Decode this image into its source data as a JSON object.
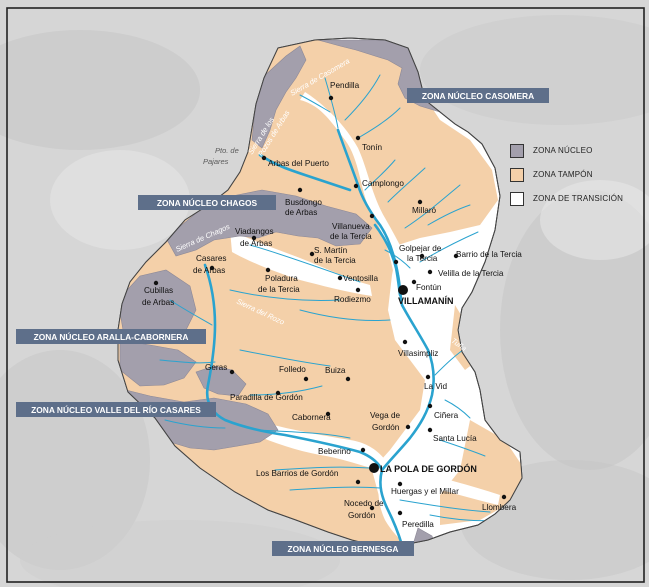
{
  "colors": {
    "core": "#a39fac",
    "buffer": "#f4d0a9",
    "transition": "#ffffff",
    "river": "#2aa3cf",
    "zone_label_bg": "#5e6f8a",
    "background": "#d9d9d9"
  },
  "legend": [
    {
      "key": "core",
      "label": "ZONA NÚCLEO"
    },
    {
      "key": "buffer",
      "label": "ZONA TAMPÓN"
    },
    {
      "key": "transition",
      "label": "ZONA DE TRANSICIÓN"
    }
  ],
  "zone_labels": {
    "casomera": "ZONA NÚCLEO CASOMERA",
    "chagos": "ZONA NÚCLEO CHAGOS",
    "aralla": "ZONA NÚCLEO ARALLA-CABORNERA",
    "valle_casares": "ZONA NÚCLEO VALLE DEL RÍO CASARES",
    "bernesga": "ZONA NÚCLEO BERNESGA"
  },
  "sierras": {
    "casomera": "Sierra de Casomera",
    "pajares_1": "Pto. de",
    "pajares_2": "Pajares",
    "sierra_losarbas_1": "Sierra de los",
    "sierra_losarbas_2": "Pozos de Arbas",
    "chagos": "Sierra de Chagos",
    "rozo": "Sierra del Rozo",
    "tuna_1": "Sierra de la Tuña",
    "tuna_2": "o del Gato"
  },
  "towns": {
    "pendilla": "Pendilla",
    "tonin": "Tonín",
    "arbas_puerto": "Arbas del Puerto",
    "camplongo": "Camplongo",
    "busdongo_1": "Busdongo",
    "busdongo_2": "de Arbas",
    "millaro": "Millaró",
    "villanueva_1": "Villanueva",
    "villanueva_2": "de la Tercia",
    "viadangos_1": "Viadangos",
    "viadangos_2": "de Arbas",
    "golpejar_1": "Golpejar de",
    "golpejar_2": "la Tercia",
    "barrio_tercia": "Barrio de la Tercia",
    "sanmartin_1": "S. Martín",
    "sanmartin_2": "de la Tercia",
    "velilla": "Velilla de la Tercia",
    "casares_1": "Casares",
    "casares_2": "de Arbas",
    "poladura_1": "Poladura",
    "poladura_2": "de la Tercia",
    "ventosilla": "Ventosilla",
    "fontun": "Fontún",
    "cubillas_1": "Cubillas",
    "cubillas_2": "de Arbas",
    "rodiezmo": "Rodiezmo",
    "villamanin": "VILLAMANÍN",
    "villasimpliz": "Villasimpliz",
    "geras": "Geras",
    "folledo": "Folledo",
    "buiza": "Buiza",
    "lavid": "La Vid",
    "paradilla": "Paradilla de Gordón",
    "cabornera": "Cabornera",
    "vega_1": "Vega de",
    "vega_2": "Gordón",
    "cinera": "Ciñera",
    "santa_lucia": "Santa Lucía",
    "beberino": "Beberino",
    "pola": "LA POLA DE GORDÓN",
    "barrios_gordon": "Los Barrios de Gordón",
    "huergas": "Huergas y el Millar",
    "llombera": "Llombera",
    "nocedo_1": "Nocedo de",
    "nocedo_2": "Gordón",
    "peredilla": "Peredilla"
  }
}
